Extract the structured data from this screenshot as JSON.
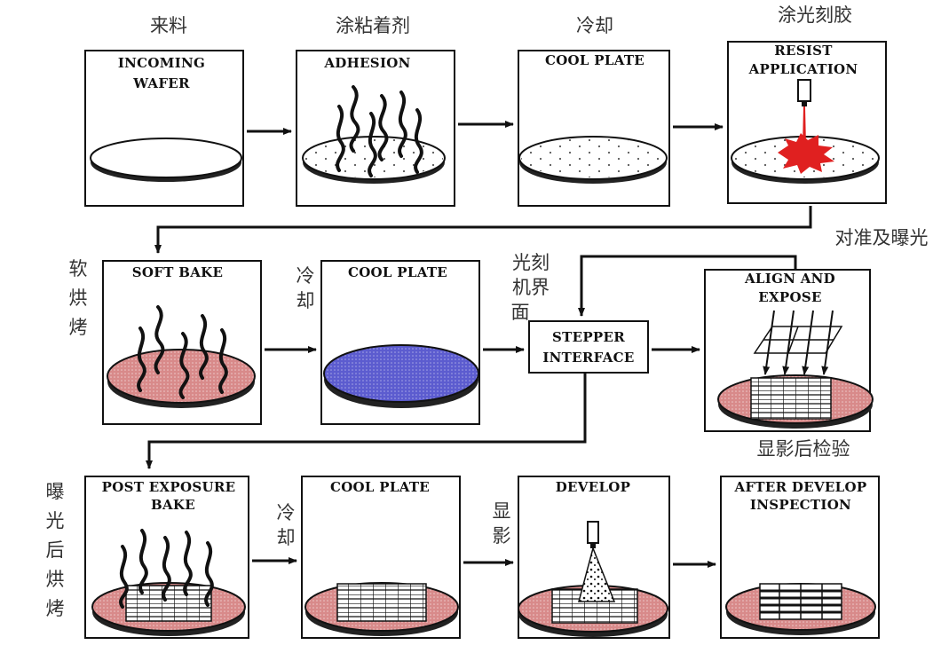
{
  "top_labels": [
    "来料",
    "涂粘着剂",
    "冷却",
    "涂光刻胶"
  ],
  "steps": {
    "incoming": [
      "INCOMING",
      "WAFER"
    ],
    "adhesion": [
      "ADHESION"
    ],
    "cool1": [
      "COOL PLATE"
    ],
    "resist": [
      "RESIST",
      "APPLICATION"
    ],
    "softbake": [
      "SOFT BAKE"
    ],
    "cool2": [
      "COOL PLATE"
    ],
    "stepper": [
      "STEPPER",
      "INTERFACE"
    ],
    "align": [
      "ALIGN AND",
      "EXPOSE"
    ],
    "peb": [
      "POST EXPOSURE",
      "BAKE"
    ],
    "cool3": [
      "COOL PLATE"
    ],
    "develop": [
      "DEVELOP"
    ],
    "inspect": [
      "AFTER DEVELOP",
      "INSPECTION"
    ]
  },
  "side_labels": {
    "soft_bake": "软烘烤",
    "cool_row2": "冷却",
    "stepper": [
      "光刻",
      "机界",
      "面"
    ],
    "align": "对准及曝光",
    "inspect": "显影后检验",
    "peb": "曝光后烘烤",
    "cool_row3": "冷却",
    "develop": "显影"
  },
  "colors": {
    "wafer_red": "#d88a8a",
    "wafer_blue": "#5c5ccf",
    "resist_red": "#e02020",
    "box_border": "#111111"
  }
}
